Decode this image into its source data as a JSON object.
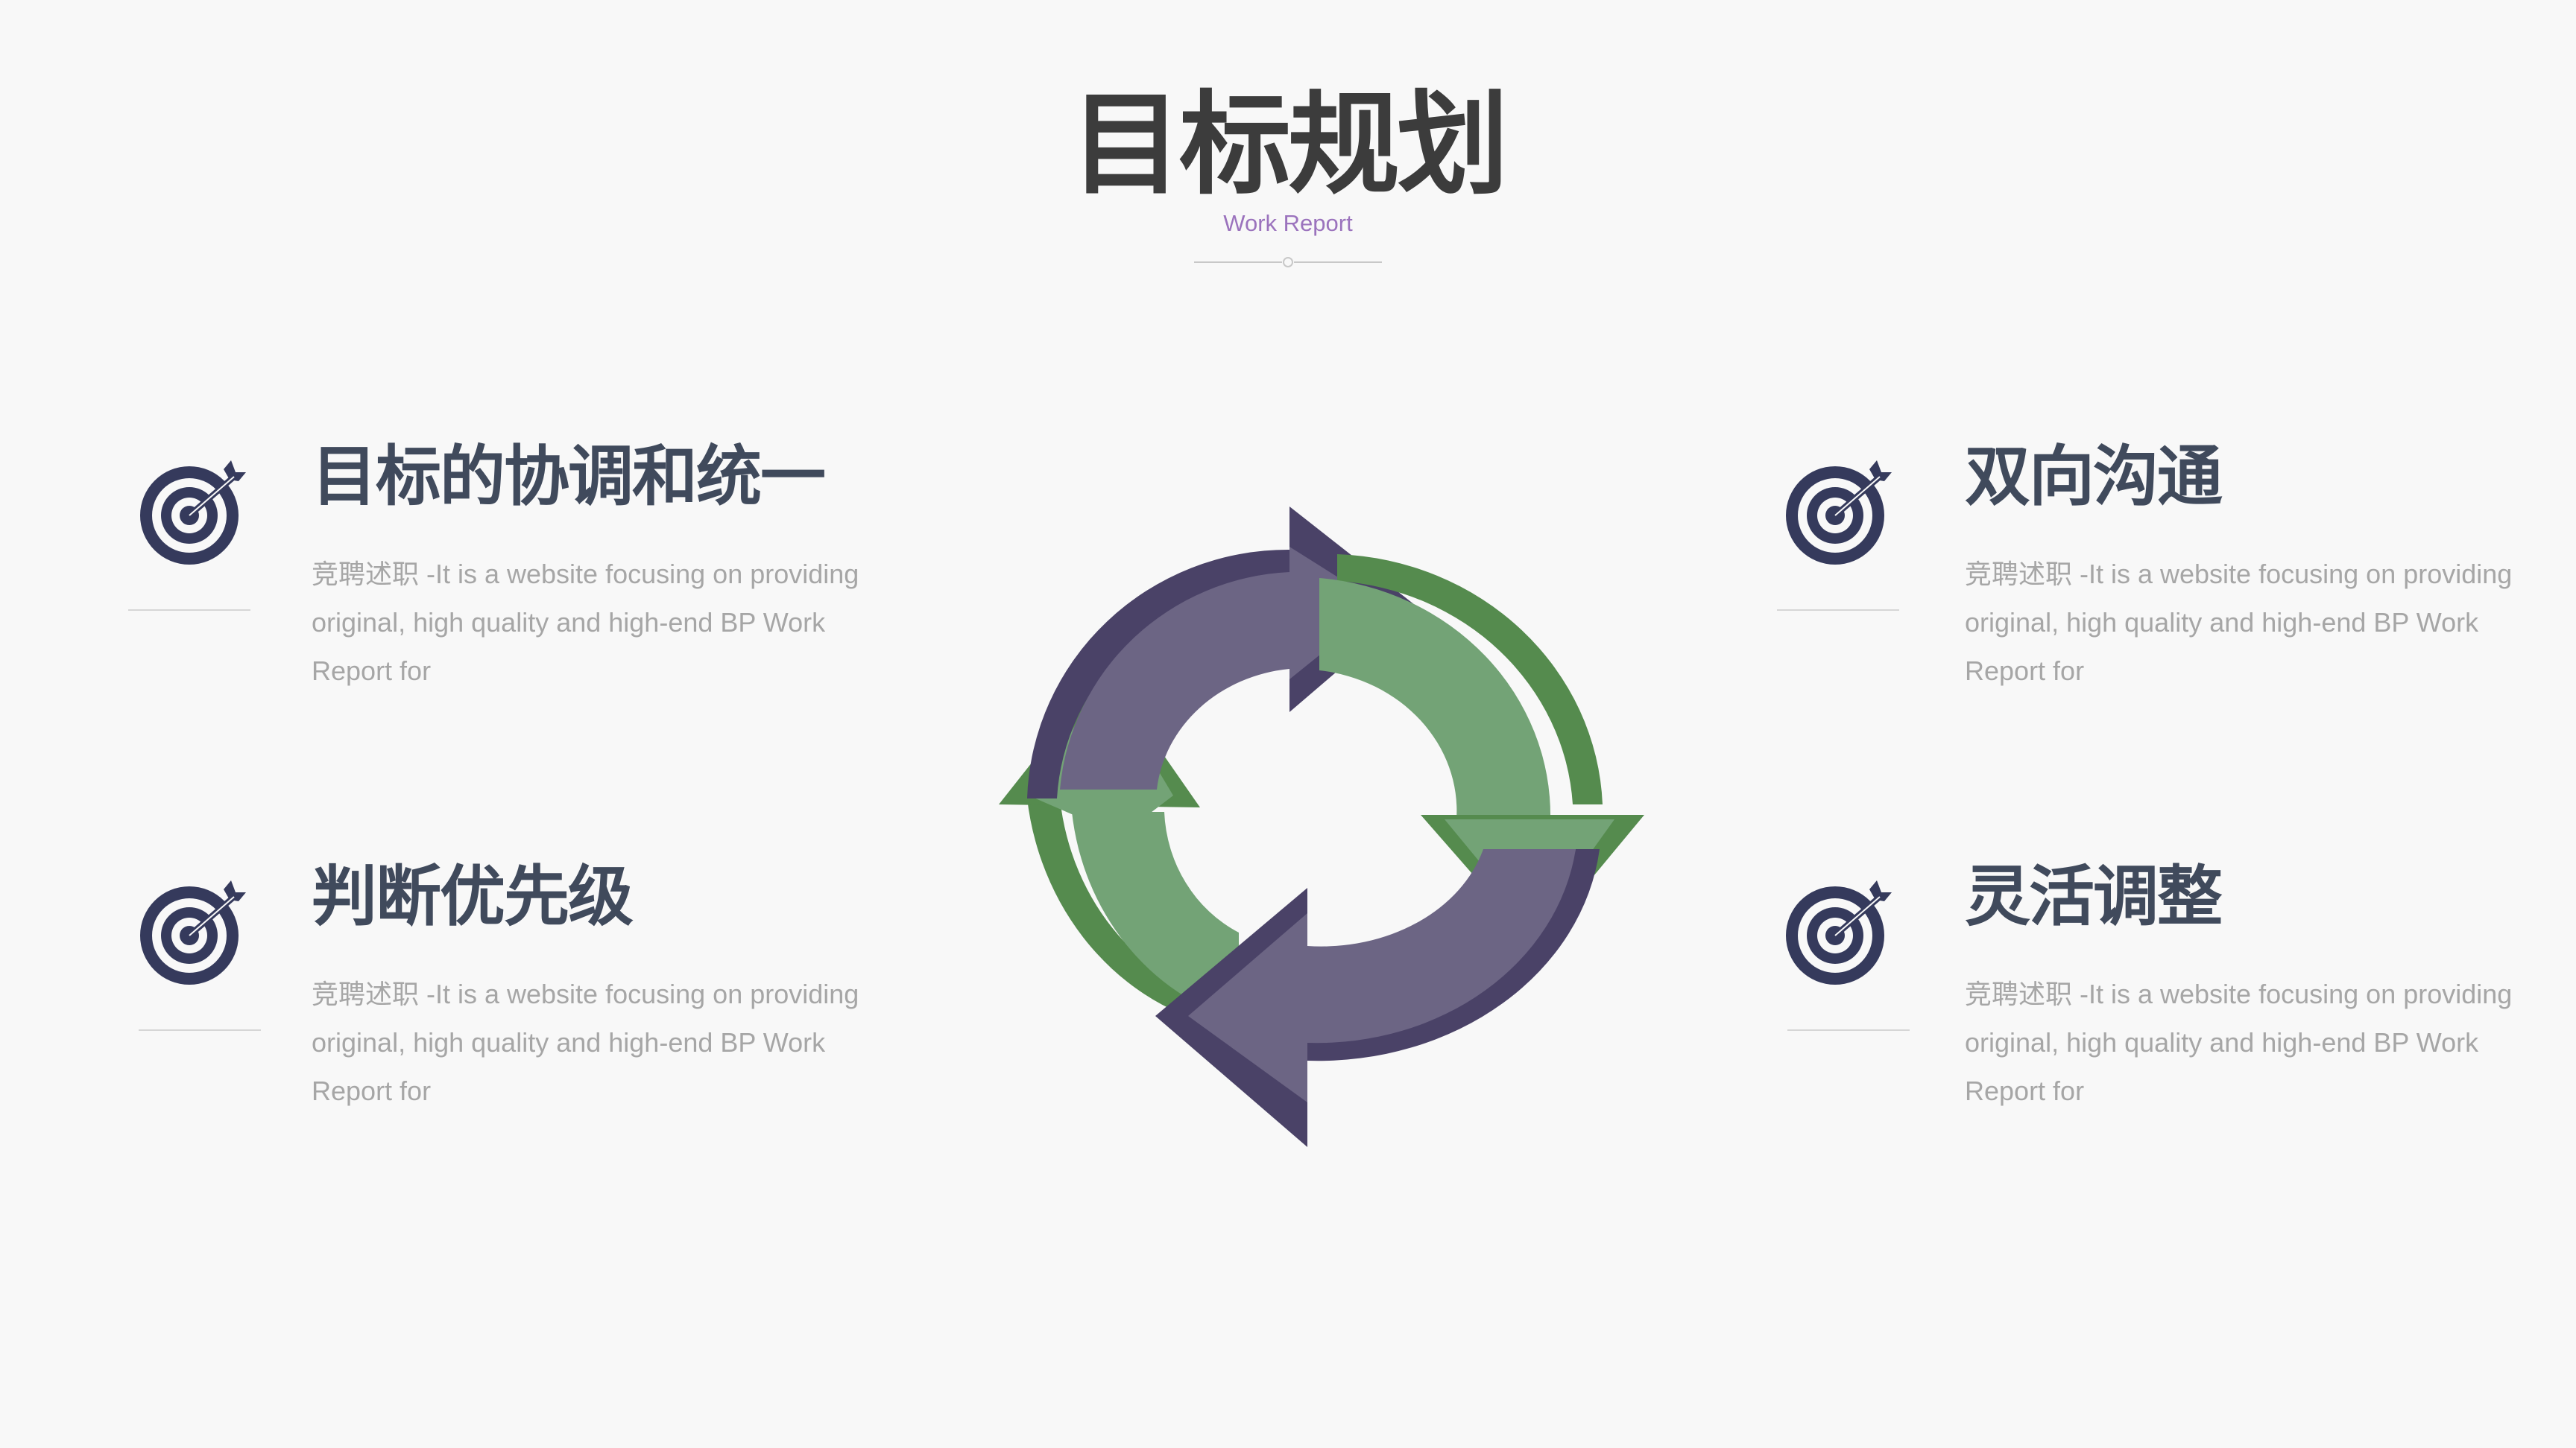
{
  "header": {
    "title": "目标规划",
    "subtitle": "Work Report"
  },
  "items": [
    {
      "title": "目标的协调和统一",
      "description": "竞聘述职 -It is a website focusing on providing original, high quality and high-end BP Work Report for",
      "icon": "target-arrow-icon"
    },
    {
      "title": "双向沟通",
      "description": "竞聘述职 -It is a website focusing on providing original, high quality and high-end BP Work Report for",
      "icon": "target-arrow-icon"
    },
    {
      "title": "判断优先级",
      "description": "竞聘述职 -It is a website focusing on providing original, high quality and high-end BP Work Report for",
      "icon": "target-arrow-icon"
    },
    {
      "title": "灵活调整",
      "description": "竞聘述职 -It is a website focusing on providing original, high quality and high-end BP Work Report for",
      "icon": "target-arrow-icon"
    }
  ],
  "diagram": {
    "type": "cycle",
    "arrow_count": 4,
    "colors": {
      "purple": "#6c6584",
      "purple_dark": "#4a4267",
      "green": "#73a376",
      "green_dark": "#558b4e",
      "icon": "#353a5c",
      "text_heading": "#404a5c",
      "text_body": "#a6a6a6",
      "subtitle": "#9b73bd"
    }
  }
}
